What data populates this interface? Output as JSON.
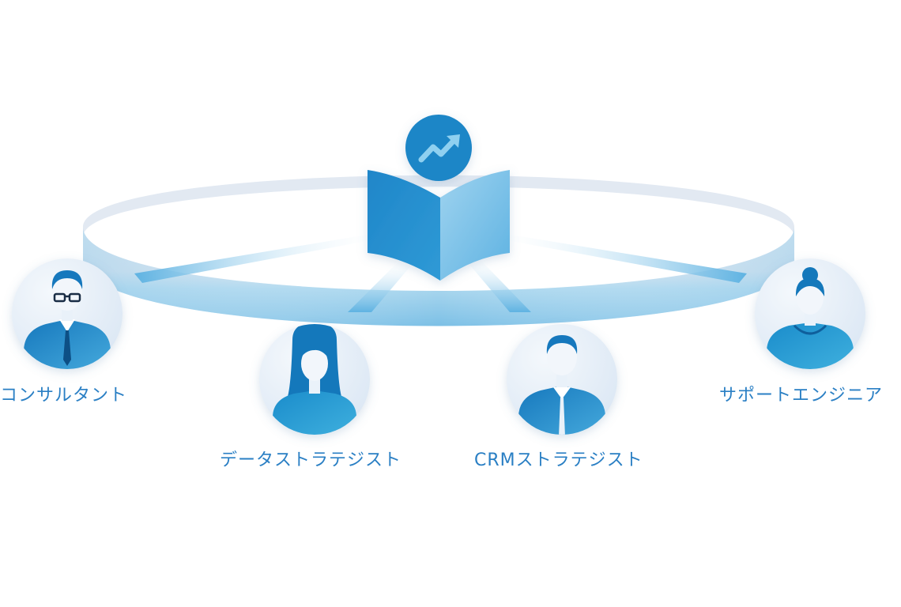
{
  "roles": [
    {
      "id": "consultant",
      "label": "コンサルタント",
      "avatar": "male-glasses-suit-avatar"
    },
    {
      "id": "data",
      "label": "データストラテジスト",
      "avatar": "female-long-hair-avatar"
    },
    {
      "id": "crm",
      "label": "CRMストラテジスト",
      "avatar": "male-suit-avatar"
    },
    {
      "id": "support",
      "label": "サポートエンジニア",
      "avatar": "female-bun-hair-avatar"
    }
  ],
  "center": {
    "book_icon": "open-book-icon",
    "badge_icon": "trending-up-arrow-icon"
  },
  "colors": {
    "label_text": "#2a7fc4",
    "ring_light": "#dfe7f1",
    "ring_blue": "#8ecae8",
    "avatar_bg": "#e6eef8",
    "figure_blue": "#1e88c8",
    "badge_bg": "#1a86c7"
  }
}
